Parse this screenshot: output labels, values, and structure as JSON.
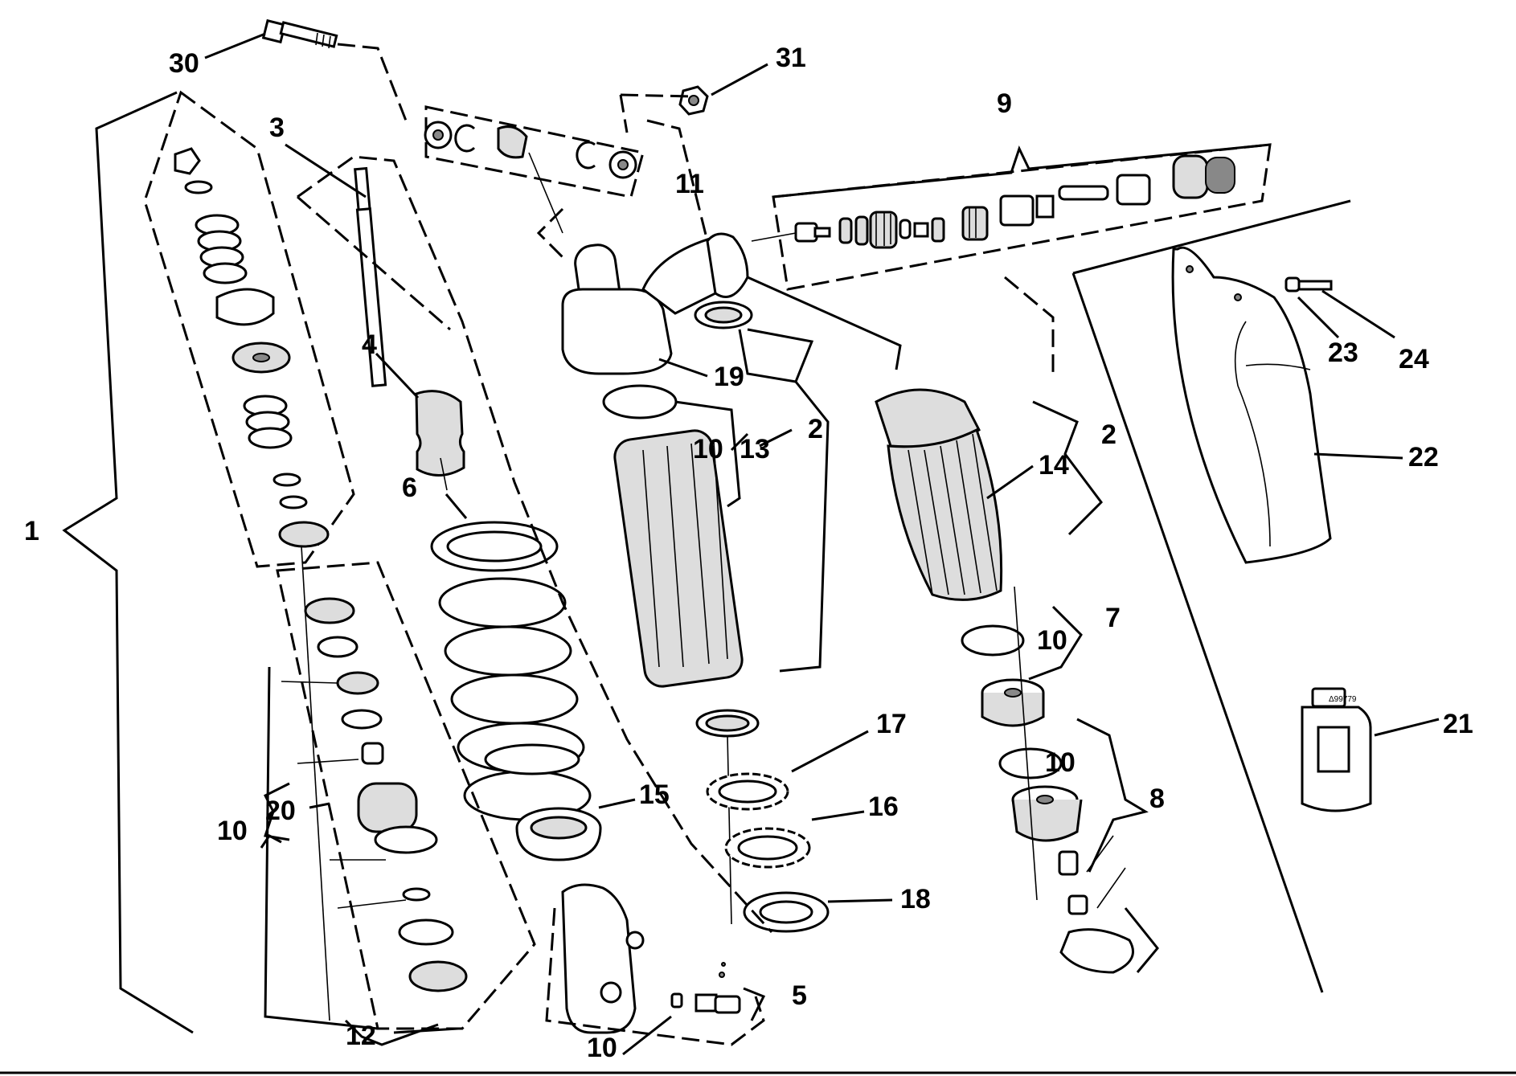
{
  "labels": {
    "l1": "1",
    "l2a": "2",
    "l2b": "2",
    "l3": "3",
    "l4": "4",
    "l5": "5",
    "l6": "6",
    "l7": "7",
    "l8": "8",
    "l9": "9",
    "l10a": "10",
    "l10b": "10",
    "l10c": "10",
    "l10d": "10",
    "l10e": "10",
    "l11": "11",
    "l12": "12",
    "l13": "13",
    "l14": "14",
    "l15": "15",
    "l16": "16",
    "l17": "17",
    "l18": "18",
    "l19": "19",
    "l20": "20",
    "l21": "21",
    "l22": "22",
    "l23": "23",
    "l24": "24",
    "l30": "30",
    "l31": "31"
  },
  "bottle_label": "Δ99779"
}
